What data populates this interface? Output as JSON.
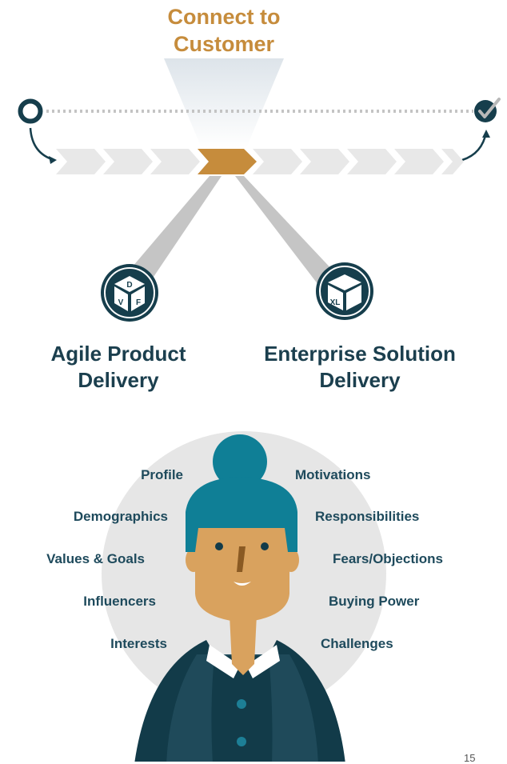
{
  "title_lines": [
    "Connect to",
    "Customer"
  ],
  "competencies": {
    "agile_product_delivery": {
      "lines": [
        "Agile Product",
        "Delivery"
      ],
      "icon": "dvf-cube-icon",
      "icon_letters": [
        "D",
        "V",
        "F"
      ]
    },
    "enterprise_solution_delivery": {
      "lines": [
        "Enterprise Solution",
        "Delivery"
      ],
      "icon": "xl-box-icon",
      "icon_letters": [
        "XL"
      ]
    }
  },
  "persona": {
    "left_attributes": [
      "Profile",
      "Demographics",
      "Values & Goals",
      "Influencers",
      "Interests"
    ],
    "right_attributes": [
      "Motivations",
      "Responsibilities",
      "Fears/Objections",
      "Buying Power",
      "Challenges"
    ]
  },
  "page_number": "15",
  "colors": {
    "accent_orange": "#c68c3c",
    "dark_teal": "#123b49",
    "persona_teal": "#0f7f96",
    "chevron_grey": "#e8e8e8",
    "circle_grey": "#e6e6e6",
    "skin": "#d9a25e"
  },
  "icons": [
    "start-circle-icon",
    "check-circle-icon",
    "curved-arrow-icon"
  ]
}
